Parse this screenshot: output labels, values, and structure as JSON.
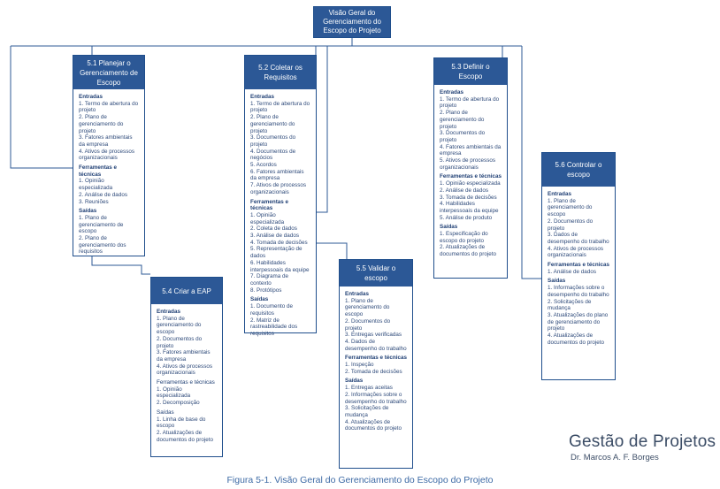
{
  "root": {
    "line1": "Visão Geral do",
    "line2": "Gerenciamento do",
    "line3": "Escopo do Projeto"
  },
  "processes": [
    {
      "id": "p51",
      "title": "5.1 Planejar o Gerenciamento de Escopo",
      "sections": [
        {
          "title": "Entradas",
          "items": [
            "1. Termo de abertura do projeto",
            "2. Plano de gerenciamento do projeto",
            "3. Fatores ambientais da empresa",
            "4. Ativos de processos organizacionais"
          ]
        },
        {
          "title": "Ferramentas e técnicas",
          "items": [
            "1. Opinião especializada",
            "2. Análise de dados",
            "3. Reuniões"
          ]
        },
        {
          "title": "Saídas",
          "items": [
            "1. Plano de gerenciamento de escopo",
            "2. Plano de gerenciamento dos requisitos"
          ]
        }
      ]
    },
    {
      "id": "p52",
      "title": "5.2 Coletar os Requisitos",
      "sections": [
        {
          "title": "Entradas",
          "items": [
            "1. Termo de abertura do projeto",
            "2. Plano de gerenciamento do projeto",
            "3. Documentos do projeto",
            "4. Documentos de negócios",
            "5. Acordos",
            "6. Fatores ambientais da empresa",
            "7. Ativos de processos organizacionais"
          ]
        },
        {
          "title": "Ferramentas e técnicas",
          "items": [
            "1. Opinião especializada",
            "2. Coleta de dados",
            "3. Análise de dados",
            "4. Tomada de decisões",
            "5. Representação de dados",
            "6. Habilidades interpessoais da equipe",
            "7. Diagrama de contexto",
            "8. Protótipos"
          ]
        },
        {
          "title": "Saídas",
          "items": [
            "1. Documento de requisitos",
            "2. Matriz de rastreabilidade dos requisitos"
          ]
        }
      ]
    },
    {
      "id": "p53",
      "title": "5.3 Definir o Escopo",
      "sections": [
        {
          "title": "Entradas",
          "items": [
            "1. Termo de abertura do projeto",
            "2. Plano de gerenciamento do projeto",
            "3. Documentos do projeto",
            "4. Fatores ambientais da empresa",
            "5. Ativos de processos organizacionais"
          ]
        },
        {
          "title": "Ferramentas e técnicas",
          "items": [
            "1. Opinião especializada",
            "2. Análise de dados",
            "3. Tomada de decisões",
            "4. Habilidades interpessoais da equipe",
            "5. Análise de produto"
          ]
        },
        {
          "title": "Saídas",
          "items": [
            "1. Especificação do escopo do projeto",
            "2. Atualizações de documentos do projeto"
          ]
        }
      ]
    },
    {
      "id": "p54",
      "title": "5.4 Criar a EAP",
      "sections": [
        {
          "title": "Entradas",
          "items": [
            "1. Plano de gerenciamento do escopo",
            "2. Documentos do projeto",
            "3. Fatores ambientais da empresa",
            "4. Ativos de processos organizacionais"
          ]
        },
        {
          "title": "Ferramentas e técnicas",
          "items": [
            "1. Opinião especializada",
            "2. Decomposição"
          ]
        },
        {
          "title": "Saídas",
          "items": [
            "1. Linha de base do escopo",
            "2. Atualizações de documentos do projeto"
          ]
        }
      ]
    },
    {
      "id": "p55",
      "title": "5.5 Validar o escopo",
      "sections": [
        {
          "title": "Entradas",
          "items": [
            "1. Plano de gerenciamento do escopo",
            "2. Documentos do projeto",
            "3. Entregas verificadas",
            "4. Dados de desempenho do trabalho"
          ]
        },
        {
          "title": "Ferramentas e técnicas",
          "items": [
            "1. Inspeção",
            "2. Tomada de decisões"
          ]
        },
        {
          "title": "Saídas",
          "items": [
            "1. Entregas aceitas",
            "2. Informações sobre o desempenho do trabalho",
            "3. Solicitações de mudança",
            "4. Atualizações de documentos do projeto"
          ]
        }
      ]
    },
    {
      "id": "p56",
      "title": "5.6 Controlar o escopo",
      "sections": [
        {
          "title": "Entradas",
          "items": [
            "1. Plano de gerenciamento do escopo",
            "2. Documentos do projeto",
            "3. Dados de desempenho do trabalho",
            "4. Ativos de processos organizacionais"
          ]
        },
        {
          "title": "Ferramentas e técnicas",
          "items": [
            "1. Análise de dados"
          ]
        },
        {
          "title": "Saídas",
          "items": [
            "1. Informações sobre o desempenho do trabalho",
            "2. Solicitações de mudança",
            "3. Atualizações do plano de gerenciamento do projeto",
            "4. Atualizações de documentos do projeto"
          ]
        }
      ]
    }
  ],
  "brand": {
    "title": "Gestão de Projetos",
    "author": "Dr. Marcos A. F. Borges"
  },
  "caption": "Figura 5-1. Visão Geral do Gerenciamento do Escopo do Projeto",
  "colors": {
    "header": "#2c5896",
    "border": "#1f4e8c",
    "text": "#2e4a7a",
    "caption": "#3d6aa5"
  }
}
